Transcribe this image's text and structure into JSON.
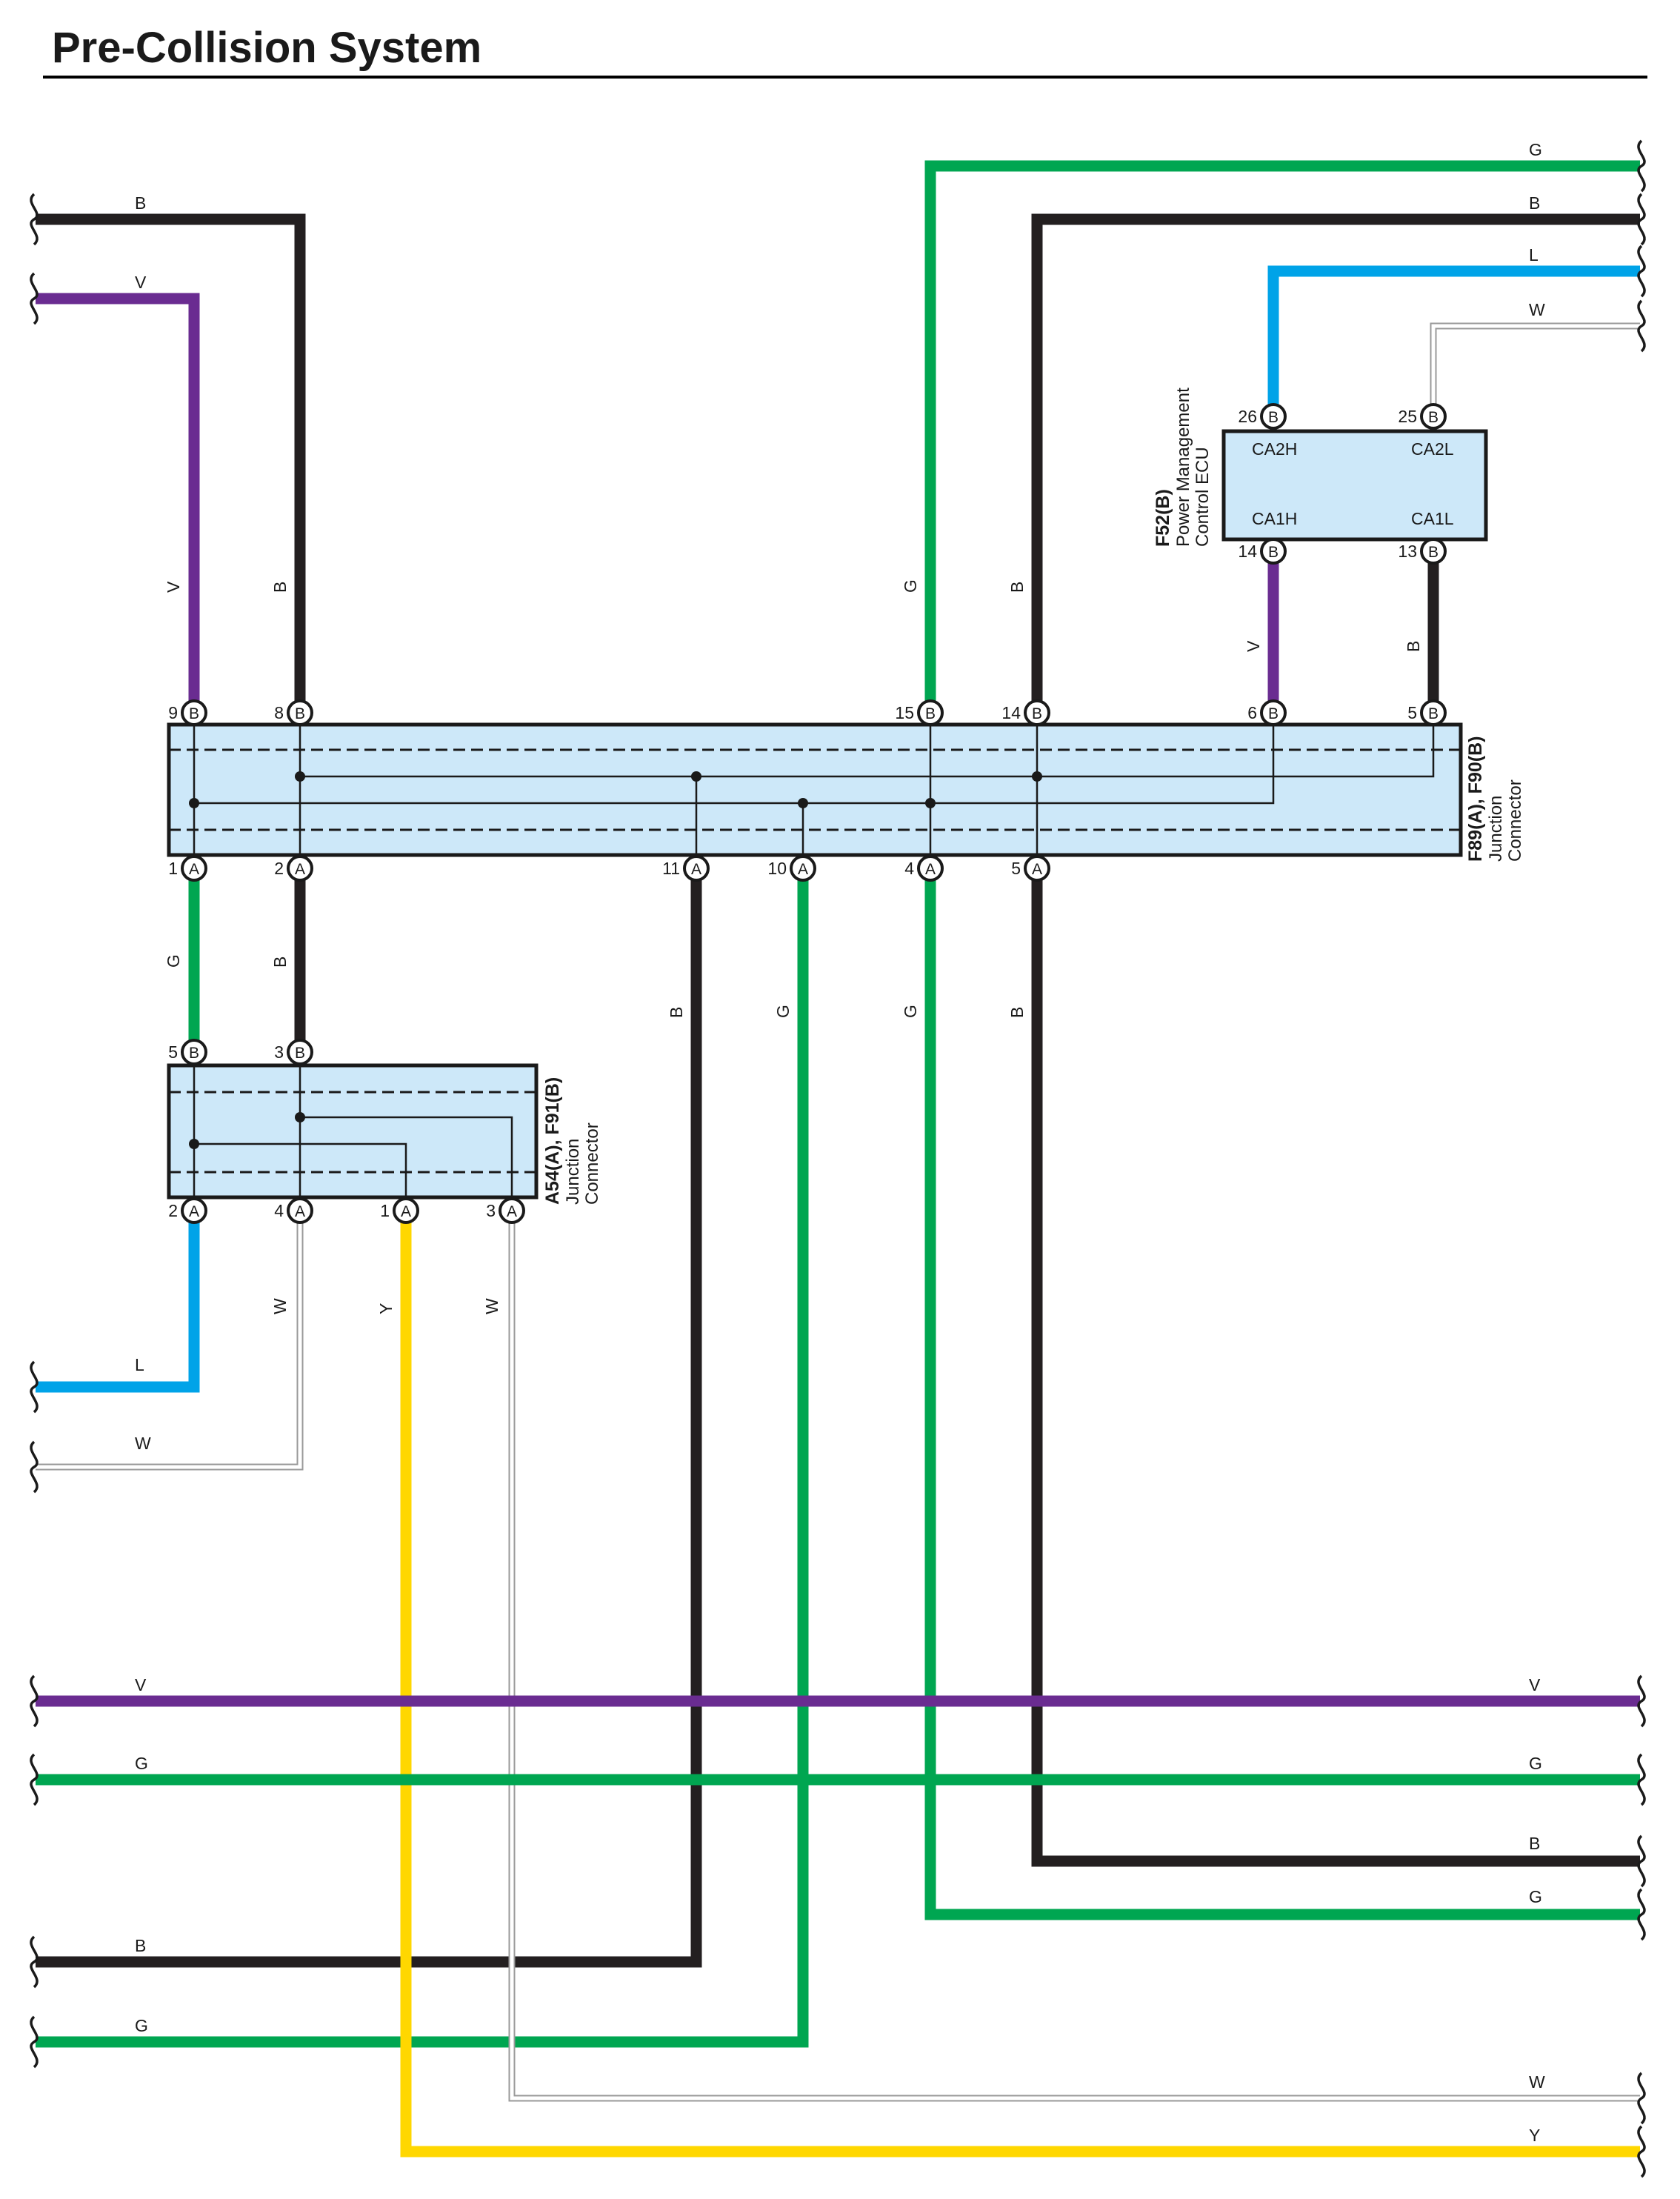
{
  "title": "Pre-Collision System",
  "colors": {
    "B": "#231f20",
    "V": "#6a2c91",
    "G": "#00a651",
    "L": "#00a3e8",
    "W": "#9a9a9a",
    "Y": "#ffd700",
    "connector_fill": "#cde8f9"
  },
  "components": {
    "jc_f89": {
      "ref": "F89(A), F90(B)",
      "name": [
        "Junction",
        "Connector"
      ]
    },
    "jc_a54": {
      "ref": "A54(A), F91(B)",
      "name": [
        "Junction",
        "Connector"
      ]
    },
    "ecu": {
      "ref": "F52(B)",
      "name": [
        "Power Management",
        "Control ECU"
      ],
      "terminals": [
        "CA2H",
        "CA2L",
        "CA1H",
        "CA1L"
      ]
    }
  },
  "pins": {
    "f89_9": {
      "num": "9",
      "conn": "B"
    },
    "f89_8": {
      "num": "8",
      "conn": "B"
    },
    "f89_15": {
      "num": "15",
      "conn": "B"
    },
    "f89_14": {
      "num": "14",
      "conn": "B"
    },
    "f89_6": {
      "num": "6",
      "conn": "B"
    },
    "f89_5b": {
      "num": "5",
      "conn": "B"
    },
    "f89_1": {
      "num": "1",
      "conn": "A"
    },
    "f89_2": {
      "num": "2",
      "conn": "A"
    },
    "f89_11": {
      "num": "11",
      "conn": "A"
    },
    "f89_10": {
      "num": "10",
      "conn": "A"
    },
    "f89_4": {
      "num": "4",
      "conn": "A"
    },
    "f89_5a": {
      "num": "5",
      "conn": "A"
    },
    "a54_5": {
      "num": "5",
      "conn": "B"
    },
    "a54_3b": {
      "num": "3",
      "conn": "B"
    },
    "a54_2": {
      "num": "2",
      "conn": "A"
    },
    "a54_4": {
      "num": "4",
      "conn": "A"
    },
    "a54_1": {
      "num": "1",
      "conn": "A"
    },
    "a54_3a": {
      "num": "3",
      "conn": "A"
    },
    "ecu_26": {
      "num": "26",
      "conn": "B"
    },
    "ecu_25": {
      "num": "25",
      "conn": "B"
    },
    "ecu_14": {
      "num": "14",
      "conn": "B"
    },
    "ecu_13": {
      "num": "13",
      "conn": "B"
    }
  },
  "wire_labels": {
    "tl_b": "B",
    "tl_v": "V",
    "tr_g": "G",
    "tr_b": "B",
    "tr_l": "L",
    "tr_w": "W",
    "v9": "V",
    "b8": "B",
    "g15": "G",
    "b14": "B",
    "v6": "V",
    "b5": "B",
    "g1": "G",
    "b2": "B",
    "b11": "B",
    "g10": "G",
    "g4": "G",
    "b5a": "B",
    "w4": "W",
    "y1": "Y",
    "w3": "W",
    "l_left": "L",
    "w_left": "W",
    "v_long_l": "V",
    "v_long_r": "V",
    "g_long_l": "G",
    "g_long_r": "G",
    "b_right": "B",
    "g_right": "G",
    "b_left2": "B",
    "g_left2": "G",
    "w_right2": "W",
    "y_right": "Y"
  }
}
